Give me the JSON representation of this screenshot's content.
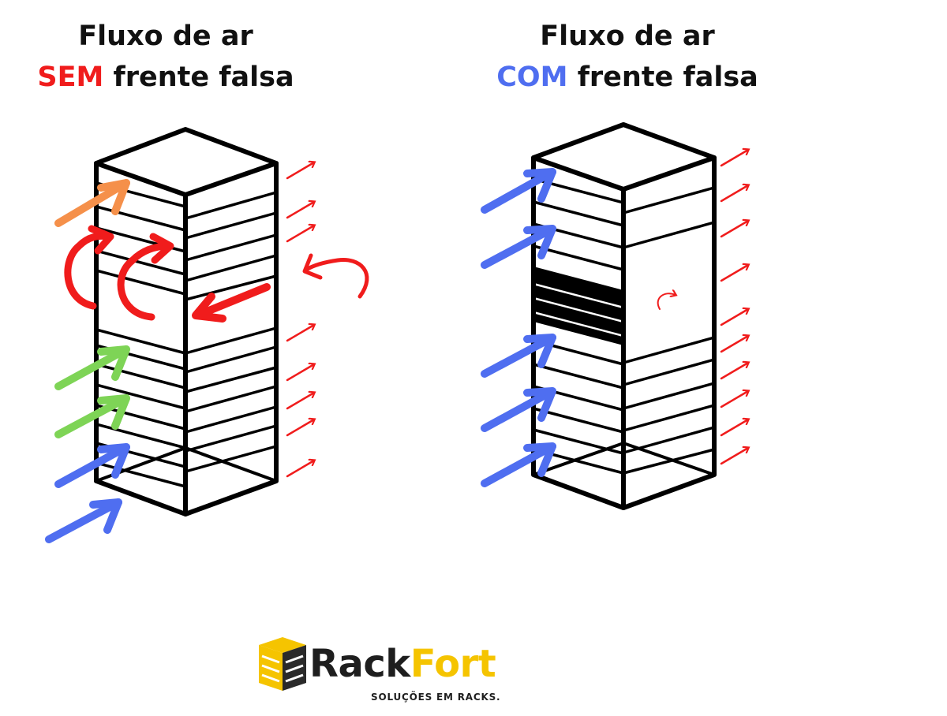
{
  "left_panel": {
    "title_line1": "Fluxo de ar",
    "title_keyword": "SEM",
    "title_rest": "frente falsa"
  },
  "right_panel": {
    "title_line1": "Fluxo de ar",
    "title_keyword": "COM",
    "title_rest": "frente falsa"
  },
  "logo": {
    "name_part1": "Rack",
    "name_part2": "Fort",
    "tagline": "SOLUÇÕES EM RACKS.",
    "icon": "rack-logo-icon"
  },
  "colors": {
    "sem": "#f01c1c",
    "com": "#4f6ef0",
    "hot_air": "#f01c1c",
    "cold_air": "#4f6ef0",
    "warm_air": "#f5904a",
    "cool_air": "#7ed456",
    "outline": "#000000",
    "brand_yellow": "#f5c400"
  }
}
